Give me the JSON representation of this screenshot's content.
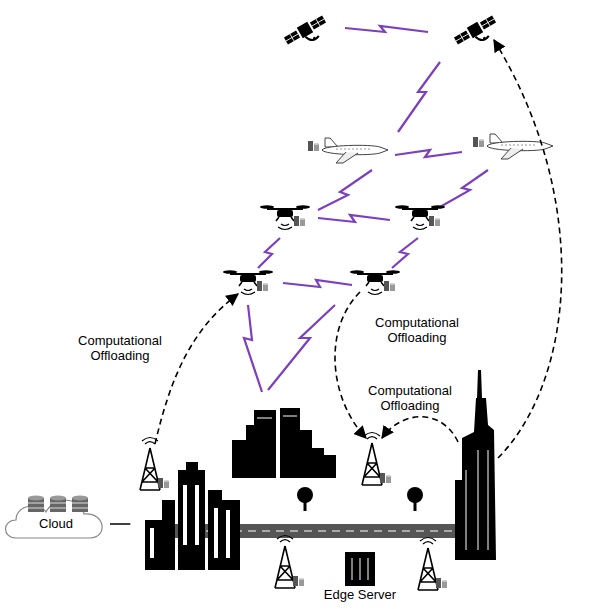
{
  "diagram": {
    "nodes": [
      {
        "text": [
          "Cloud"
        ]
      },
      {
        "text": [
          "Edge Server"
        ]
      }
    ],
    "edges": [
      {
        "from": 0,
        "to": 1,
        "arrow": "none"
      }
    ],
    "labels": [
      "Computational Offloading",
      "Computational Offloading",
      "Computational Offloading"
    ]
  }
}
